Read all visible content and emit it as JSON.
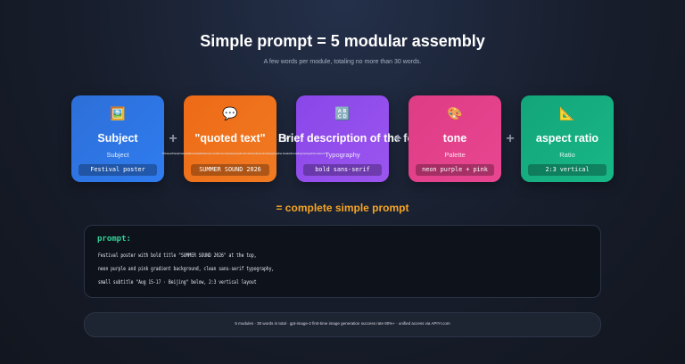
{
  "title": "Simple prompt = 5 modular assembly",
  "subtitle": "A few words per module, totaling no more than 30 words.",
  "modules": [
    {
      "icon": "🖼️",
      "icon_name": "picture-icon",
      "name": "Subject",
      "role": "Subject",
      "example": "Festival poster",
      "color_from": "#2d6fd8",
      "color_to": "#2f7cf0"
    },
    {
      "icon": "💬",
      "icon_name": "speech-bubble-icon",
      "name": "\"quoted text\"",
      "role": "Text",
      "example": "SUMMER SOUND 2026",
      "color_from": "#ee6a16",
      "color_to": "#f07a22"
    },
    {
      "icon": "🔠",
      "icon_name": "letters-icon",
      "name": "Brief description of the font",
      "role": "Typography",
      "example": "bold sans-serif",
      "color_from": "#8a47e8",
      "color_to": "#9b55f0"
    },
    {
      "icon": "🎨",
      "icon_name": "palette-icon",
      "name": "tone",
      "role": "Palette",
      "example": "neon purple + pink",
      "color_from": "#df3c86",
      "color_to": "#e84690"
    },
    {
      "icon": "📐",
      "icon_name": "triangle-ruler-icon",
      "name": "aspect ratio",
      "role": "Ratio",
      "example": "2:3 vertical",
      "color_from": "#13a57a",
      "color_to": "#18b786"
    }
  ],
  "plus_sign": "+",
  "tiny_note": "Phrases/Paraphrases/italics/capitalization/punctuation/emphasis/quotations/marks/units/symbols/spacing/line breaks/formatting/casing/abbreviations",
  "complete_label": "= complete simple prompt",
  "prompt": {
    "label": "prompt:",
    "lines": [
      "Festival poster with bold title \"SUMMER SOUND 2026\" at the top,",
      "neon purple and pink gradient background, clean sans-serif typography,",
      "small subtitle \"Aug 15-17 · Beijing\" below, 2:3 vertical layout"
    ]
  },
  "footer": "5 modules · 30 words in total · gpt-image-2 first-time image generation success rate 80%+ · unified access via APIYI.com"
}
